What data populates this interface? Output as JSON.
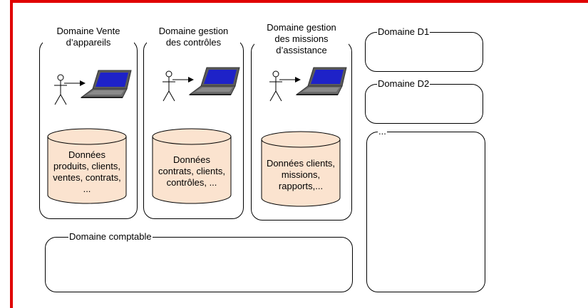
{
  "domains": [
    {
      "title": "Domaine Vente\nd’appareils",
      "database": "Données\nproduits, clients,\nventes, contrats,\n..."
    },
    {
      "title": "Domaine gestion\ndes contrôles",
      "database": "Données\ncontrats, clients,\ncontrôles, ..."
    },
    {
      "title": "Domaine gestion\ndes missions\nd’assistance",
      "database": "Données clients,\nmissions,\nrapports,..."
    }
  ],
  "side_domains": {
    "d1": "Domaine D1",
    "d2": "Domaine D2",
    "more": "..."
  },
  "bottom_domain": "Domaine comptable",
  "colors": {
    "frame": "#e00000",
    "database_fill": "#fbe3cf",
    "laptop_screen": "#1e22c8",
    "laptop_body": "#5a5a5a"
  }
}
